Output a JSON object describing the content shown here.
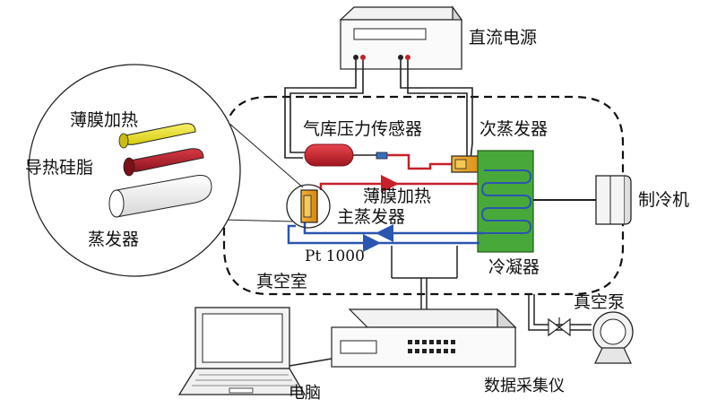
{
  "labels": {
    "dc_power": "直流电源",
    "pressure_sensor": "气库压力传感器",
    "secondary_evaporator": "次蒸发器",
    "film_heater_zoom": "薄膜加热",
    "thermal_grease": "导热硅脂",
    "evaporator_zoom": "蒸发器",
    "film_heater": "薄膜加热",
    "main_evaporator": "主蒸发器",
    "chiller": "制冷机",
    "pt1000": "Pt 1000",
    "condenser": "冷凝器",
    "vacuum_chamber": "真空室",
    "vacuum_pump": "真空泵",
    "computer": "电脑",
    "data_acquisition": "数据采集仪"
  },
  "colors": {
    "red_line": "#c8202a",
    "blue_line": "#2a55b0",
    "condenser_fill": "#49a83a",
    "film_yellow": "#ece22a",
    "grease_red": "#b8202e",
    "evaporator_orange": "#e89a1a"
  }
}
